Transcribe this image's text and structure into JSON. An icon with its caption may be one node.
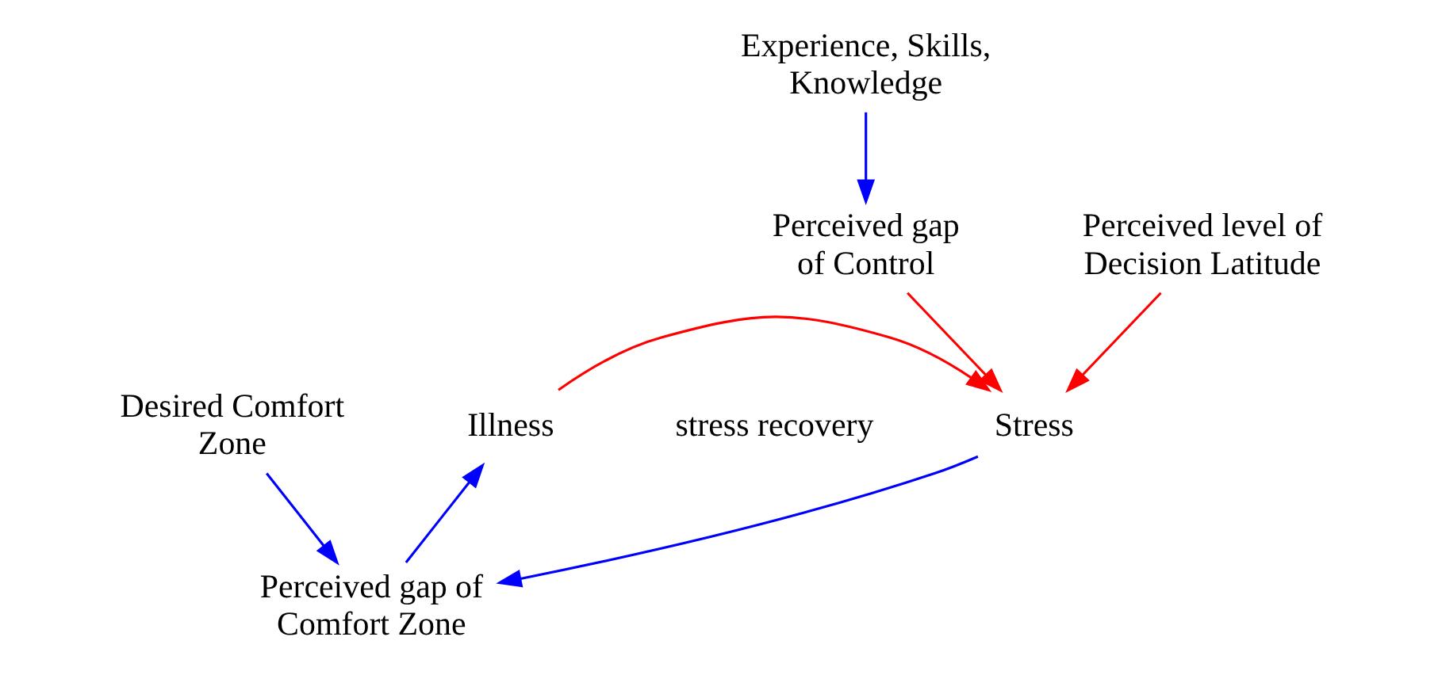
{
  "diagram": {
    "nodes": [
      {
        "text": [
          "Experience, Skills, Knowledge"
        ]
      },
      {
        "text": [
          "Perceived gap of Control"
        ]
      },
      {
        "text": [
          "Perceived level of Decision Latitude"
        ]
      },
      {
        "text": [
          "Illness"
        ]
      },
      {
        "text": [
          "Stress"
        ]
      },
      {
        "text": [
          "Desired Comfort Zone"
        ]
      },
      {
        "text": [
          "Perceived gap of Comfort Zone"
        ]
      }
    ],
    "edges": [
      {
        "from": 0,
        "to": 1,
        "arrow": "to"
      },
      {
        "from": 1,
        "to": 4,
        "arrow": "to",
        "color": "#ff0000"
      },
      {
        "from": 2,
        "to": 4,
        "arrow": "to",
        "color": "#ff0000"
      },
      {
        "from": 3,
        "to": 4,
        "arrow": "to",
        "color": "#ff0000"
      },
      {
        "from": 4,
        "to": 6,
        "arrow": "to"
      },
      {
        "from": 5,
        "to": 6,
        "arrow": "to"
      },
      {
        "from": 6,
        "to": 3,
        "arrow": "to"
      }
    ],
    "labels": [
      "stress recovery"
    ]
  }
}
